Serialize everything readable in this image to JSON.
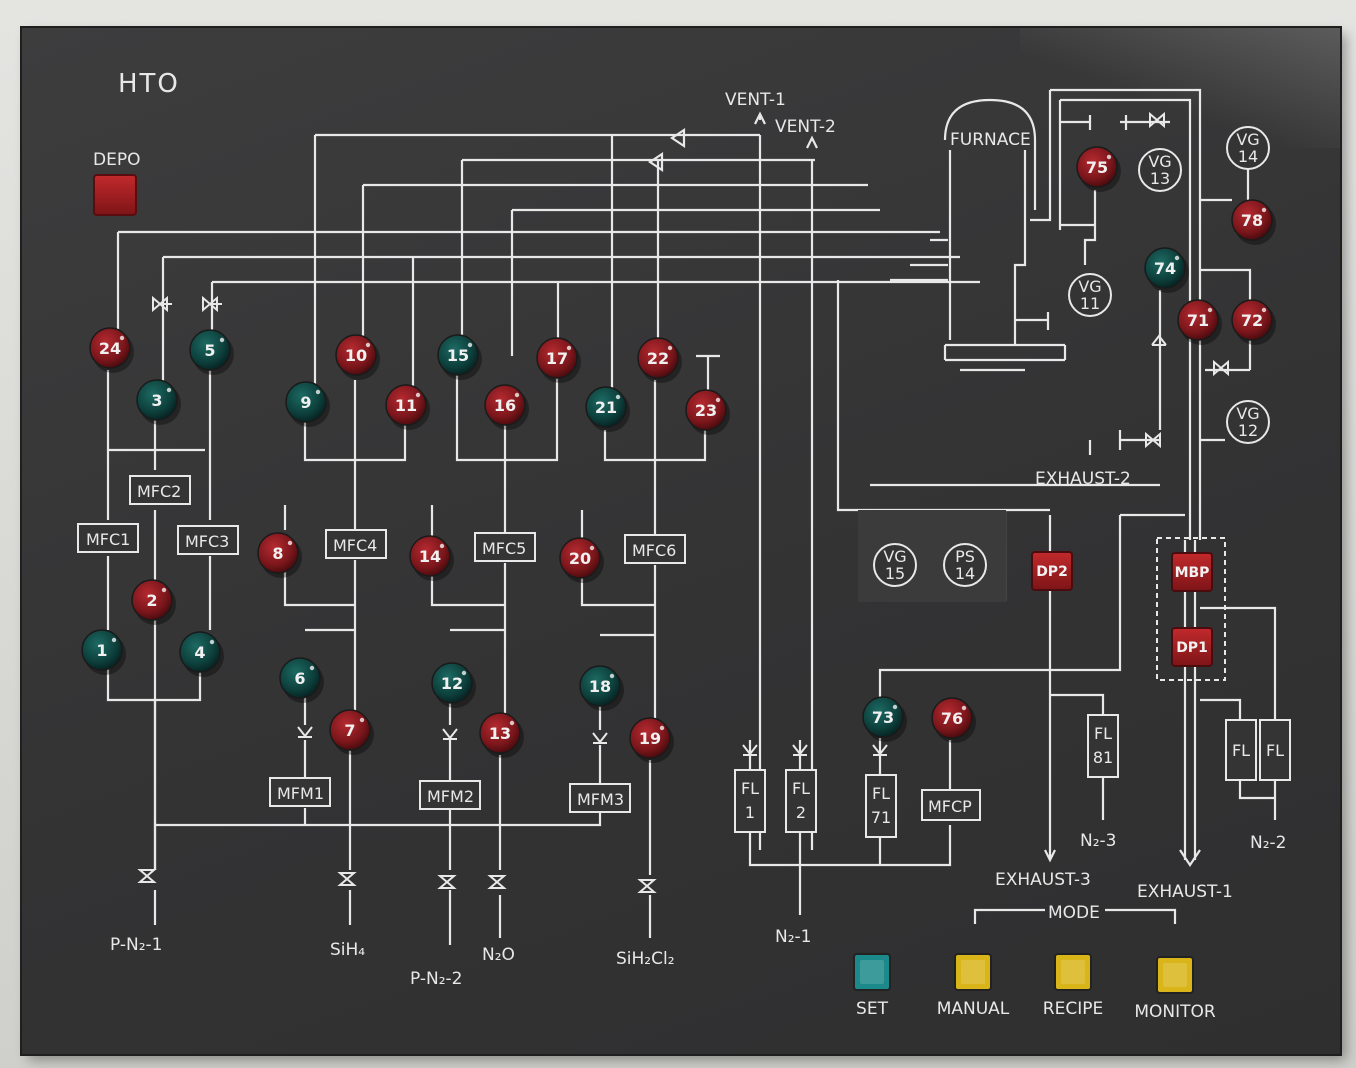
{
  "panel_title": "HTO",
  "depo_label": "DEPO",
  "furnace_label": "FURNACE",
  "vents": [
    "VENT-1",
    "VENT-2"
  ],
  "exhausts": [
    "EXHAUST-1",
    "EXHAUST-2",
    "EXHAUST-3"
  ],
  "gas_sources": [
    "P-N₂-1",
    "SiH₄",
    "P-N₂-2",
    "N₂O",
    "SiH₂Cl₂",
    "N₂-1",
    "N₂-2",
    "N₂-3"
  ],
  "mfc_labels": [
    "MFC1",
    "MFC2",
    "MFC3",
    "MFC4",
    "MFC5",
    "MFC6"
  ],
  "mfm_labels": [
    "MFM1",
    "MFM2",
    "MFM3"
  ],
  "filters": [
    {
      "id": "fl1",
      "text": "FL\n1"
    },
    {
      "id": "fl2",
      "text": "FL\n2"
    },
    {
      "id": "fl71",
      "text": "FL\n71"
    },
    {
      "id": "fl81",
      "text": "FL\n81"
    },
    {
      "id": "fla",
      "text": "FL"
    },
    {
      "id": "flb",
      "text": "FL"
    }
  ],
  "mfcp_label": "MFCP",
  "gauges": [
    {
      "id": "vg11",
      "text": "VG\n11"
    },
    {
      "id": "vg12",
      "text": "VG\n12"
    },
    {
      "id": "vg13",
      "text": "VG\n13"
    },
    {
      "id": "vg14",
      "text": "VG\n14"
    },
    {
      "id": "vg15",
      "text": "VG\n15"
    },
    {
      "id": "ps14",
      "text": "PS\n14"
    }
  ],
  "square_lamps": [
    "DP2",
    "MBP",
    "DP1"
  ],
  "mode_label": "MODE",
  "mode_buttons": [
    {
      "id": "set",
      "label": "SET",
      "color": "#1c8a8a"
    },
    {
      "id": "manual",
      "label": "MANUAL",
      "color": "#d9b51a"
    },
    {
      "id": "recipe",
      "label": "RECIPE",
      "color": "#d9b51a"
    },
    {
      "id": "monitor",
      "label": "MONITOR",
      "color": "#d9b51a"
    }
  ],
  "colors": {
    "red_lamp": "#8a1a1f",
    "green_lamp": "#0f4a45",
    "panel": "#363637",
    "line": "#e8e8e8"
  },
  "lamps": [
    {
      "n": "1",
      "c": "g"
    },
    {
      "n": "2",
      "c": "r"
    },
    {
      "n": "3",
      "c": "g"
    },
    {
      "n": "4",
      "c": "g"
    },
    {
      "n": "5",
      "c": "g"
    },
    {
      "n": "6",
      "c": "g"
    },
    {
      "n": "7",
      "c": "r"
    },
    {
      "n": "8",
      "c": "r"
    },
    {
      "n": "9",
      "c": "g"
    },
    {
      "n": "10",
      "c": "r"
    },
    {
      "n": "11",
      "c": "r"
    },
    {
      "n": "12",
      "c": "g"
    },
    {
      "n": "13",
      "c": "r"
    },
    {
      "n": "14",
      "c": "r"
    },
    {
      "n": "15",
      "c": "g"
    },
    {
      "n": "16",
      "c": "r"
    },
    {
      "n": "17",
      "c": "r"
    },
    {
      "n": "18",
      "c": "g"
    },
    {
      "n": "19",
      "c": "r"
    },
    {
      "n": "20",
      "c": "r"
    },
    {
      "n": "21",
      "c": "g"
    },
    {
      "n": "22",
      "c": "r"
    },
    {
      "n": "23",
      "c": "r"
    },
    {
      "n": "24",
      "c": "r"
    },
    {
      "n": "71",
      "c": "r"
    },
    {
      "n": "72",
      "c": "r"
    },
    {
      "n": "73",
      "c": "g"
    },
    {
      "n": "74",
      "c": "g"
    },
    {
      "n": "75",
      "c": "r"
    },
    {
      "n": "76",
      "c": "r"
    },
    {
      "n": "78",
      "c": "r"
    }
  ]
}
